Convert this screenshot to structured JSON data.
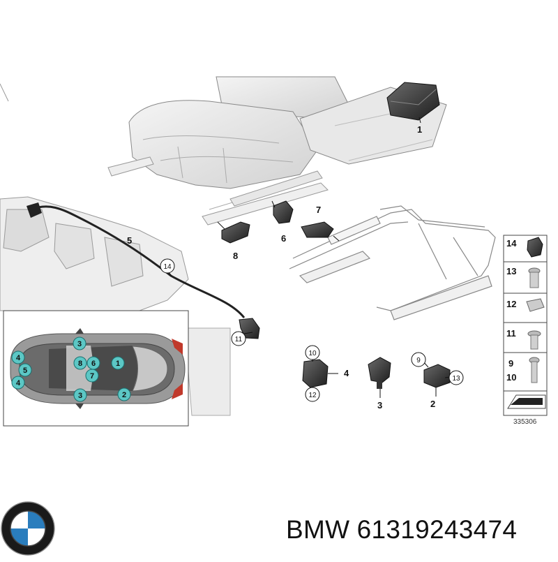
{
  "parts": {
    "p1": "1",
    "p2": "2",
    "p3": "3",
    "p4": "4",
    "p5": "5",
    "p6": "6",
    "p7": "7",
    "p8": "8",
    "p9": "9",
    "p10": "10",
    "p11": "11",
    "p12": "12",
    "p13": "13",
    "p14": "14"
  },
  "legend": [
    "14",
    "13",
    "12",
    "11",
    "9",
    "10"
  ],
  "vehicle_positions": [
    "3",
    "4",
    "5",
    "4",
    "8",
    "6",
    "1",
    "7",
    "3",
    "2"
  ],
  "diagram_number": "335306",
  "brand": "BMW",
  "part_number": "61319243474"
}
